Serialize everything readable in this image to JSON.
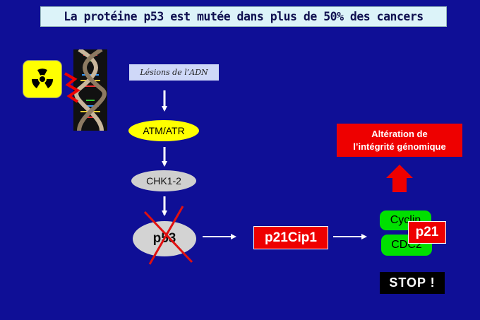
{
  "title": "La protéine p53 est mutée dans plus de 50% des cancers",
  "nodes": {
    "lesions": "Lésions de l’ADN",
    "atm_atr": "ATM/ATR",
    "chk": "CHK1-2",
    "p53": "p53",
    "p21cip1": "p21Cip1",
    "cyclin": "Cyclin",
    "cdc2": "CDC2",
    "p21": "p21",
    "alteration_line1": "Altération de",
    "alteration_line2": "l’intégrité génomique",
    "stop": "STOP !"
  },
  "icons": {
    "radiation": "radiation-icon",
    "dna": "dna-helix-icon",
    "cross": "red-x-mark-icon"
  },
  "colors": {
    "background": "#0f0f96",
    "title_bg": "#dcf3f9",
    "yellow": "#ffff00",
    "red": "#ee0000",
    "green": "#00e000",
    "grey": "#d3d3d3"
  }
}
